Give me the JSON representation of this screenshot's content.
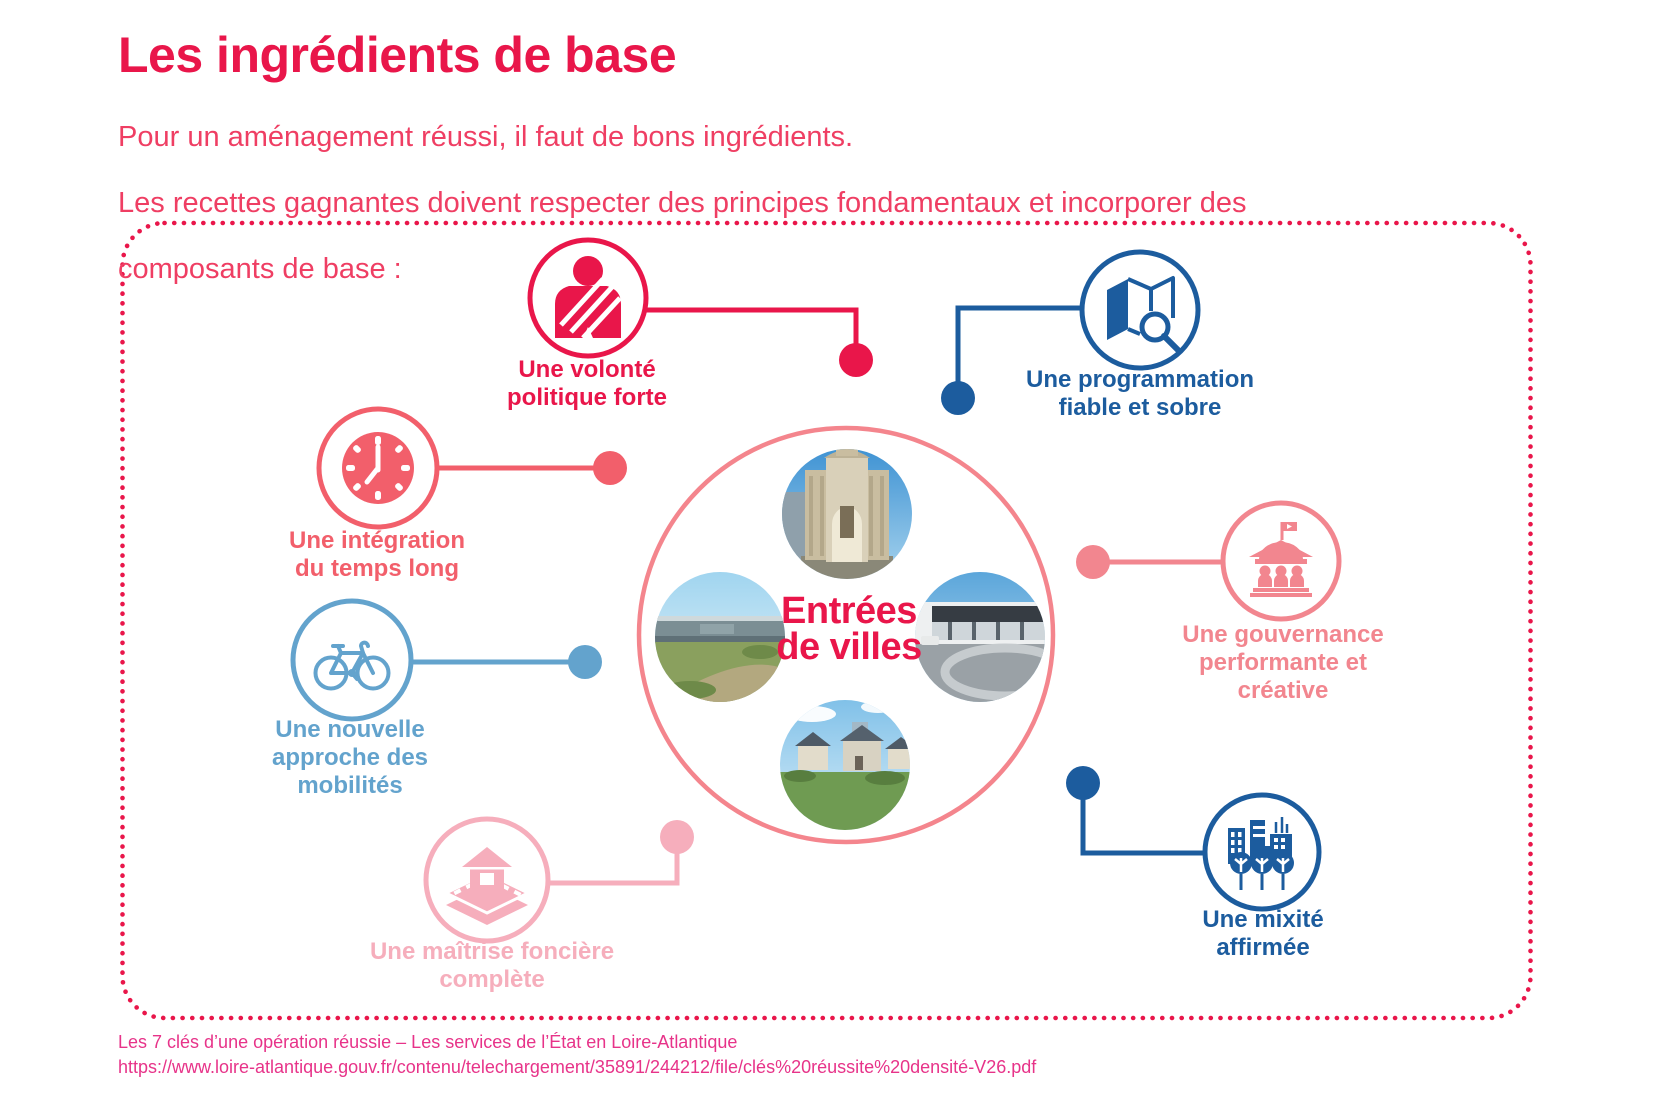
{
  "header": {
    "title": "Les ingrédients de base",
    "subtitle_lines": [
      "Pour un aménagement réussi, il faut de bons ingrédients.",
      "Les recettes gagnantes doivent respecter des principes fondamentaux et incorporer des",
      "composants de base :"
    ]
  },
  "center": {
    "label": "Entrées\nde villes",
    "photos": [
      "city-gate-monument-photo",
      "industrial-wasteland-photo",
      "retail-zone-photo",
      "village-houses-photo"
    ]
  },
  "nodes": [
    {
      "id": "volonte",
      "label": "Une volonté\npolitique forte",
      "color": "#e9164a",
      "icon": "politician-sash-icon"
    },
    {
      "id": "programmation",
      "label": "Une programmation\nfiable et sobre",
      "color": "#1c5c9e",
      "icon": "map-magnifier-icon"
    },
    {
      "id": "temps-long",
      "label": "Une intégration\ndu temps long",
      "color": "#f25f6b",
      "icon": "clock-icon"
    },
    {
      "id": "gouvernance",
      "label": "Une gouvernance\nperformante et\ncréative",
      "color": "#f2868f",
      "icon": "government-building-icon"
    },
    {
      "id": "mobilites",
      "label": "Une nouvelle\napproche des\nmobilités",
      "color": "#63a3cd",
      "icon": "bicycle-icon"
    },
    {
      "id": "maitrise-fonciere",
      "label": "Une maîtrise foncière\ncomplète",
      "color": "#f6aebc",
      "icon": "house-layers-icon"
    },
    {
      "id": "mixite",
      "label": "Une mixité\naffirmée",
      "color": "#1c5c9e",
      "icon": "city-trees-icon"
    }
  ],
  "footer": {
    "source_line": "Les 7 clés d’une opération réussie – Les services de l’État en Loire-Atlantique",
    "url_line": "https://www.loire-atlantique.gouv.fr/contenu/telechargement/35891/244212/file/clés%20réussite%20densité-V26.pdf"
  },
  "palette": {
    "title_red": "#e9164a",
    "subtitle_red": "#ef3e63",
    "coral": "#f25f6b",
    "center_circle_stroke": "#f4858d",
    "salmon": "#f2868f",
    "light_pink": "#f6aebc",
    "dark_blue": "#1c5c9e",
    "light_blue": "#63a3cd",
    "footer_pink": "#e73389",
    "dotted_border": "#e9164a"
  }
}
